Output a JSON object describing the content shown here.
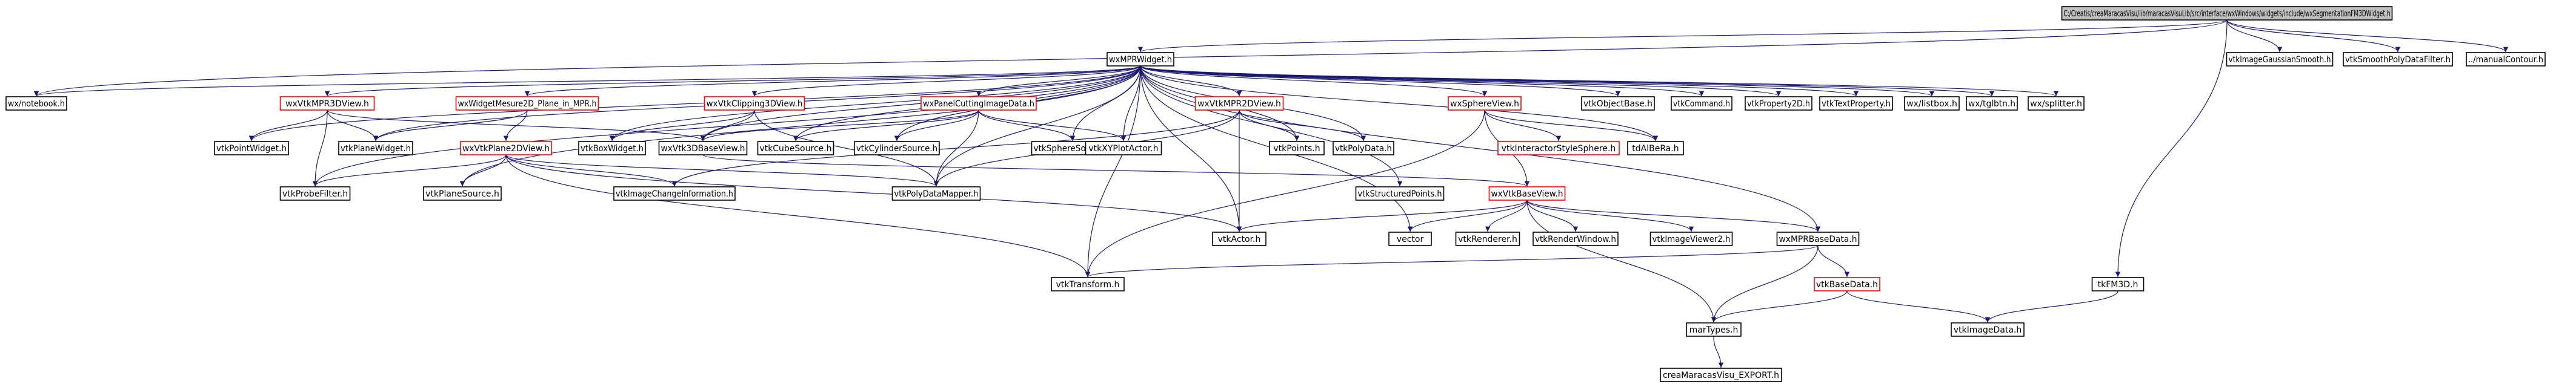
{
  "graph": {
    "type": "include-dependency-graph",
    "colors": {
      "edge": "#191970",
      "root_fill": "#bfbfbf",
      "normal_border": "#000000",
      "expandable_border": "#ff0000",
      "fill": "#ffffff"
    },
    "nodes": [
      {
        "id": "root",
        "label": "C:/Creatis/creaMaracasVisu/lib/maracasVisuLib/src/interface/wxWindows/widgets/include/wxSegmentationFM3DWidget.h",
        "style": "root"
      },
      {
        "id": "wxMPRWidget",
        "label": "wxMPRWidget.h",
        "style": "normal"
      },
      {
        "id": "wxnotebook",
        "label": "wx/notebook.h",
        "style": "normal"
      },
      {
        "id": "vtkImageGaussianSmooth",
        "label": "vtkImageGaussianSmooth.h",
        "style": "normal"
      },
      {
        "id": "vtkSmoothPolyDataFilter",
        "label": "vtkSmoothPolyDataFilter.h",
        "style": "normal"
      },
      {
        "id": "manualContour",
        "label": "../manualContour.h",
        "style": "normal"
      },
      {
        "id": "wxVtkMPR3DView",
        "label": "wxVtkMPR3DView.h",
        "style": "expandable"
      },
      {
        "id": "wxWidgetMesure2D",
        "label": "wxWidgetMesure2D_Plane_in_MPR.h",
        "style": "expandable"
      },
      {
        "id": "wxVtkClipping3DView",
        "label": "wxVtkClipping3DView.h",
        "style": "expandable"
      },
      {
        "id": "wxPanelCuttingImageData",
        "label": "wxPanelCuttingImageData.h",
        "style": "expandable"
      },
      {
        "id": "wxVtkMPR2DView",
        "label": "wxVtkMPR2DView.h",
        "style": "expandable"
      },
      {
        "id": "wxSphereView",
        "label": "wxSphereView.h",
        "style": "expandable"
      },
      {
        "id": "vtkObjectBase",
        "label": "vtkObjectBase.h",
        "style": "normal"
      },
      {
        "id": "vtkCommand",
        "label": "vtkCommand.h",
        "style": "normal"
      },
      {
        "id": "vtkProperty2D",
        "label": "vtkProperty2D.h",
        "style": "normal"
      },
      {
        "id": "vtkTextProperty",
        "label": "vtkTextProperty.h",
        "style": "normal"
      },
      {
        "id": "wxlistbox",
        "label": "wx/listbox.h",
        "style": "normal"
      },
      {
        "id": "wxtglbtn",
        "label": "wx/tglbtn.h",
        "style": "normal"
      },
      {
        "id": "wxsplitter",
        "label": "wx/splitter.h",
        "style": "normal"
      },
      {
        "id": "vtkPointWidget",
        "label": "vtkPointWidget.h",
        "style": "normal"
      },
      {
        "id": "vtkPlaneWidget",
        "label": "vtkPlaneWidget.h",
        "style": "normal"
      },
      {
        "id": "vtkBoxWidget",
        "label": "vtkBoxWidget.h",
        "style": "normal"
      },
      {
        "id": "wxVtk3DBaseView",
        "label": "wxVtk3DBaseView.h",
        "style": "normal"
      },
      {
        "id": "vtkCubeSource",
        "label": "vtkCubeSource.h",
        "style": "normal"
      },
      {
        "id": "vtkCylinderSource",
        "label": "vtkCylinderSource.h",
        "style": "normal"
      },
      {
        "id": "vtkSphereSource",
        "label": "vtkSphereSource.h",
        "style": "normal"
      },
      {
        "id": "vtkXYPlotActor",
        "label": "vtkXYPlotActor.h",
        "style": "normal"
      },
      {
        "id": "vtkPoints",
        "label": "vtkPoints.h",
        "style": "normal"
      },
      {
        "id": "vtkPolyData",
        "label": "vtkPolyData.h",
        "style": "normal"
      },
      {
        "id": "vtkInteractorStyleSphere",
        "label": "vtkInteractorStyleSphere.h",
        "style": "expandable"
      },
      {
        "id": "tdAlBeRa",
        "label": "tdAlBeRa.h",
        "style": "normal"
      },
      {
        "id": "wxVtkPlane2DView",
        "label": "wxVtkPlane2DView.h",
        "style": "expandable"
      },
      {
        "id": "vtkProbeFilter",
        "label": "vtkProbeFilter.h",
        "style": "normal"
      },
      {
        "id": "vtkPlaneSource",
        "label": "vtkPlaneSource.h",
        "style": "normal"
      },
      {
        "id": "vtkImageChangeInformation",
        "label": "vtkImageChangeInformation.h",
        "style": "normal"
      },
      {
        "id": "vtkPolyDataMapper",
        "label": "vtkPolyDataMapper.h",
        "style": "normal"
      },
      {
        "id": "vtkStructuredPoints",
        "label": "vtkStructuredPoints.h",
        "style": "normal"
      },
      {
        "id": "wxVtkBaseView",
        "label": "wxVtkBaseView.h",
        "style": "expandable"
      },
      {
        "id": "vtkActor",
        "label": "vtkActor.h",
        "style": "normal"
      },
      {
        "id": "vector",
        "label": "vector",
        "style": "normal"
      },
      {
        "id": "vtkRenderer",
        "label": "vtkRenderer.h",
        "style": "normal"
      },
      {
        "id": "vtkRenderWindow",
        "label": "vtkRenderWindow.h",
        "style": "normal"
      },
      {
        "id": "vtkImageViewer2",
        "label": "vtkImageViewer2.h",
        "style": "normal"
      },
      {
        "id": "wxMPRBaseData",
        "label": "wxMPRBaseData.h",
        "style": "normal"
      },
      {
        "id": "vtkTransform",
        "label": "vtkTransform.h",
        "style": "normal"
      },
      {
        "id": "vtkBaseData",
        "label": "vtkBaseData.h",
        "style": "expandable"
      },
      {
        "id": "tkFM3D",
        "label": "tkFM3D.h",
        "style": "normal"
      },
      {
        "id": "marTypes",
        "label": "marTypes.h",
        "style": "normal"
      },
      {
        "id": "vtkImageData",
        "label": "vtkImageData.h",
        "style": "normal"
      },
      {
        "id": "creaMaracasVisu_EXPORT",
        "label": "creaMaracasVisu_EXPORT.h",
        "style": "normal"
      }
    ],
    "edges": [
      [
        "root",
        "wxMPRWidget"
      ],
      [
        "root",
        "wxnotebook"
      ],
      [
        "root",
        "vtkImageGaussianSmooth"
      ],
      [
        "root",
        "vtkSmoothPolyDataFilter"
      ],
      [
        "root",
        "manualContour"
      ],
      [
        "root",
        "tkFM3D"
      ],
      [
        "wxMPRWidget",
        "wxnotebook"
      ],
      [
        "wxMPRWidget",
        "wxVtkMPR3DView"
      ],
      [
        "wxMPRWidget",
        "wxWidgetMesure2D"
      ],
      [
        "wxMPRWidget",
        "wxVtkClipping3DView"
      ],
      [
        "wxMPRWidget",
        "wxPanelCuttingImageData"
      ],
      [
        "wxMPRWidget",
        "wxVtkMPR2DView"
      ],
      [
        "wxMPRWidget",
        "wxSphereView"
      ],
      [
        "wxMPRWidget",
        "vtkObjectBase"
      ],
      [
        "wxMPRWidget",
        "vtkCommand"
      ],
      [
        "wxMPRWidget",
        "vtkProperty2D"
      ],
      [
        "wxMPRWidget",
        "vtkTextProperty"
      ],
      [
        "wxMPRWidget",
        "wxlistbox"
      ],
      [
        "wxMPRWidget",
        "wxtglbtn"
      ],
      [
        "wxMPRWidget",
        "wxsplitter"
      ],
      [
        "wxMPRWidget",
        "vtkPointWidget"
      ],
      [
        "wxMPRWidget",
        "vtkPlaneWidget"
      ],
      [
        "wxMPRWidget",
        "vtkBoxWidget"
      ],
      [
        "wxMPRWidget",
        "wxVtk3DBaseView"
      ],
      [
        "wxMPRWidget",
        "vtkCubeSource"
      ],
      [
        "wxMPRWidget",
        "vtkCylinderSource"
      ],
      [
        "wxMPRWidget",
        "vtkSphereSource"
      ],
      [
        "wxMPRWidget",
        "vtkXYPlotActor"
      ],
      [
        "wxMPRWidget",
        "vtkPoints"
      ],
      [
        "wxMPRWidget",
        "vtkPolyData"
      ],
      [
        "wxMPRWidget",
        "tdAlBeRa"
      ],
      [
        "wxMPRWidget",
        "vtkProbeFilter"
      ],
      [
        "wxMPRWidget",
        "vtkPlaneSource"
      ],
      [
        "wxMPRWidget",
        "vtkPolyDataMapper"
      ],
      [
        "wxMPRWidget",
        "vtkStructuredPoints"
      ],
      [
        "wxMPRWidget",
        "vector"
      ],
      [
        "wxMPRWidget",
        "wxMPRBaseData"
      ],
      [
        "wxMPRWidget",
        "vtkTransform"
      ],
      [
        "wxMPRWidget",
        "vtkActor"
      ],
      [
        "wxVtkMPR3DView",
        "vtkPointWidget"
      ],
      [
        "wxVtkMPR3DView",
        "vtkPlaneWidget"
      ],
      [
        "wxVtkMPR3DView",
        "vtkProbeFilter"
      ],
      [
        "wxVtkMPR3DView",
        "wxVtk3DBaseView"
      ],
      [
        "wxWidgetMesure2D",
        "wxVtkPlane2DView"
      ],
      [
        "wxWidgetMesure2D",
        "vtkPlaneWidget"
      ],
      [
        "wxVtkClipping3DView",
        "vtkBoxWidget"
      ],
      [
        "wxVtkClipping3DView",
        "wxVtk3DBaseView"
      ],
      [
        "wxVtkClipping3DView",
        "vtkPolyDataMapper"
      ],
      [
        "wxPanelCuttingImageData",
        "vtkCubeSource"
      ],
      [
        "wxPanelCuttingImageData",
        "vtkCylinderSource"
      ],
      [
        "wxPanelCuttingImageData",
        "vtkSphereSource"
      ],
      [
        "wxPanelCuttingImageData",
        "vtkXYPlotActor"
      ],
      [
        "wxPanelCuttingImageData",
        "wxVtk3DBaseView"
      ],
      [
        "wxPanelCuttingImageData",
        "vtkPolyDataMapper"
      ],
      [
        "wxVtkMPR2DView",
        "vtkPoints"
      ],
      [
        "wxVtkMPR2DView",
        "vtkPolyData"
      ],
      [
        "wxVtkMPR2DView",
        "vtkActor"
      ],
      [
        "wxVtkMPR2DView",
        "vtkPolyDataMapper"
      ],
      [
        "wxVtkMPR2DView",
        "vtkImageChangeInformation"
      ],
      [
        "wxSphereView",
        "vtkInteractorStyleSphere"
      ],
      [
        "wxSphereView",
        "tdAlBeRa"
      ],
      [
        "wxSphereView",
        "wxVtkBaseView"
      ],
      [
        "wxSphereView",
        "vtkTransform"
      ],
      [
        "wxVtkPlane2DView",
        "vtkProbeFilter"
      ],
      [
        "wxVtkPlane2DView",
        "vtkPlaneSource"
      ],
      [
        "wxVtkPlane2DView",
        "vtkImageChangeInformation"
      ],
      [
        "wxVtkPlane2DView",
        "vtkPolyDataMapper"
      ],
      [
        "wxVtkPlane2DView",
        "vtkTransform"
      ],
      [
        "wxVtkPlane2DView",
        "vtkActor"
      ],
      [
        "wxVtk3DBaseView",
        "wxVtkBaseView"
      ],
      [
        "wxVtkBaseView",
        "vtkActor"
      ],
      [
        "wxVtkBaseView",
        "vector"
      ],
      [
        "wxVtkBaseView",
        "vtkRenderer"
      ],
      [
        "wxVtkBaseView",
        "vtkRenderWindow"
      ],
      [
        "wxVtkBaseView",
        "vtkImageViewer2"
      ],
      [
        "wxVtkBaseView",
        "wxMPRBaseData"
      ],
      [
        "wxVtkBaseView",
        "marTypes"
      ],
      [
        "wxMPRBaseData",
        "vtkTransform"
      ],
      [
        "wxMPRBaseData",
        "vtkBaseData"
      ],
      [
        "wxMPRBaseData",
        "marTypes"
      ],
      [
        "vtkBaseData",
        "marTypes"
      ],
      [
        "vtkBaseData",
        "vtkImageData"
      ],
      [
        "tkFM3D",
        "vtkImageData"
      ],
      [
        "marTypes",
        "creaMaracasVisu_EXPORT"
      ]
    ]
  }
}
